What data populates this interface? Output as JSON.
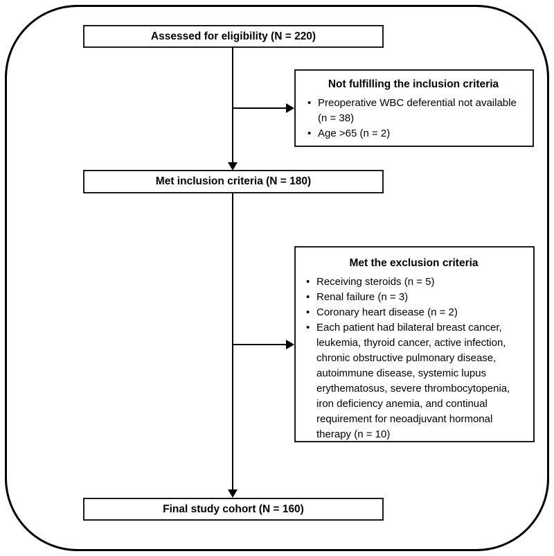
{
  "flowchart": {
    "boxes": {
      "assessed": {
        "label": "Assessed for eligibility (N = 220)"
      },
      "not_fulfilling": {
        "title": "Not fulfilling the inclusion criteria",
        "items": [
          "Preoperative WBC deferential not available (n = 38)",
          "Age >65 (n = 2)"
        ]
      },
      "met_inclusion": {
        "label": "Met inclusion criteria (N = 180)"
      },
      "met_exclusion": {
        "title": "Met the exclusion criteria",
        "items": [
          "Receiving steroids (n = 5)",
          "Renal failure (n = 3)",
          "Coronary heart disease (n = 2)",
          "Each patient had bilateral breast cancer, leukemia, thyroid cancer, active infection, chronic obstructive pulmonary disease, autoimmune disease, systemic lupus erythematosus, severe thrombocytopenia, iron deficiency anemia, and continual requirement for neoadjuvant hormonal therapy (n = 10)"
        ]
      },
      "final_cohort": {
        "label": "Final study cohort (N = 160)"
      }
    },
    "colors": {
      "line": "#000000",
      "background": "#ffffff",
      "box_fill": "#ffffff",
      "text": "#000000"
    }
  }
}
